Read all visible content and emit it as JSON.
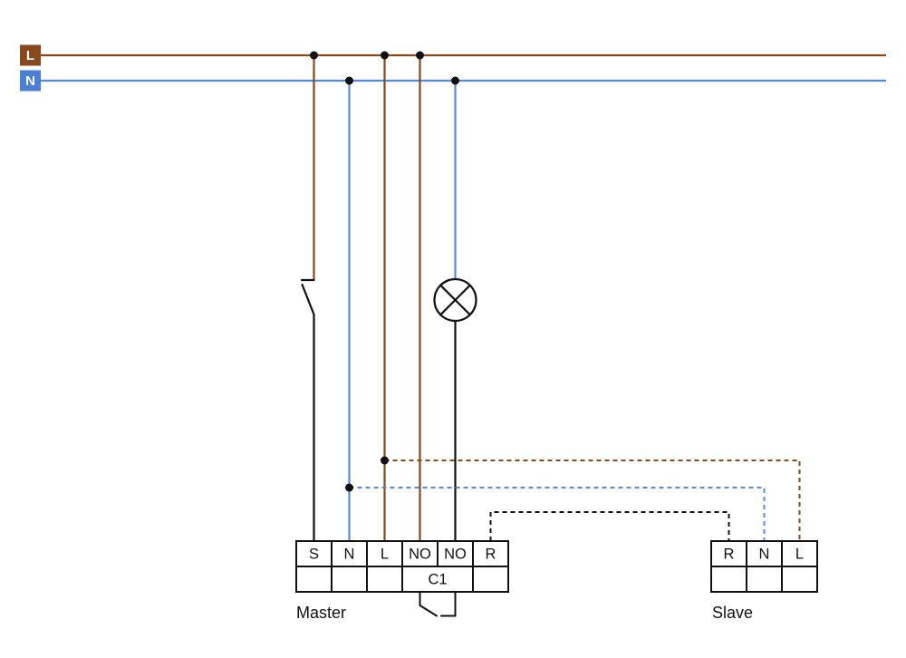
{
  "colors": {
    "background": "#ffffff",
    "wire_brown": "#87491d",
    "wire_blue": "#5a89dc",
    "wire_black": "#111111",
    "label_l_bg": "#87491d",
    "label_n_bg": "#4b7fd6",
    "label_text": "#ffffff"
  },
  "bus": {
    "l": "L",
    "n": "N"
  },
  "master": {
    "caption": "Master",
    "channel": "C1",
    "terminals": [
      "S",
      "N",
      "L",
      "NO",
      "NO",
      "R"
    ]
  },
  "slave": {
    "caption": "Slave",
    "terminals": [
      "R",
      "N",
      "L"
    ]
  }
}
